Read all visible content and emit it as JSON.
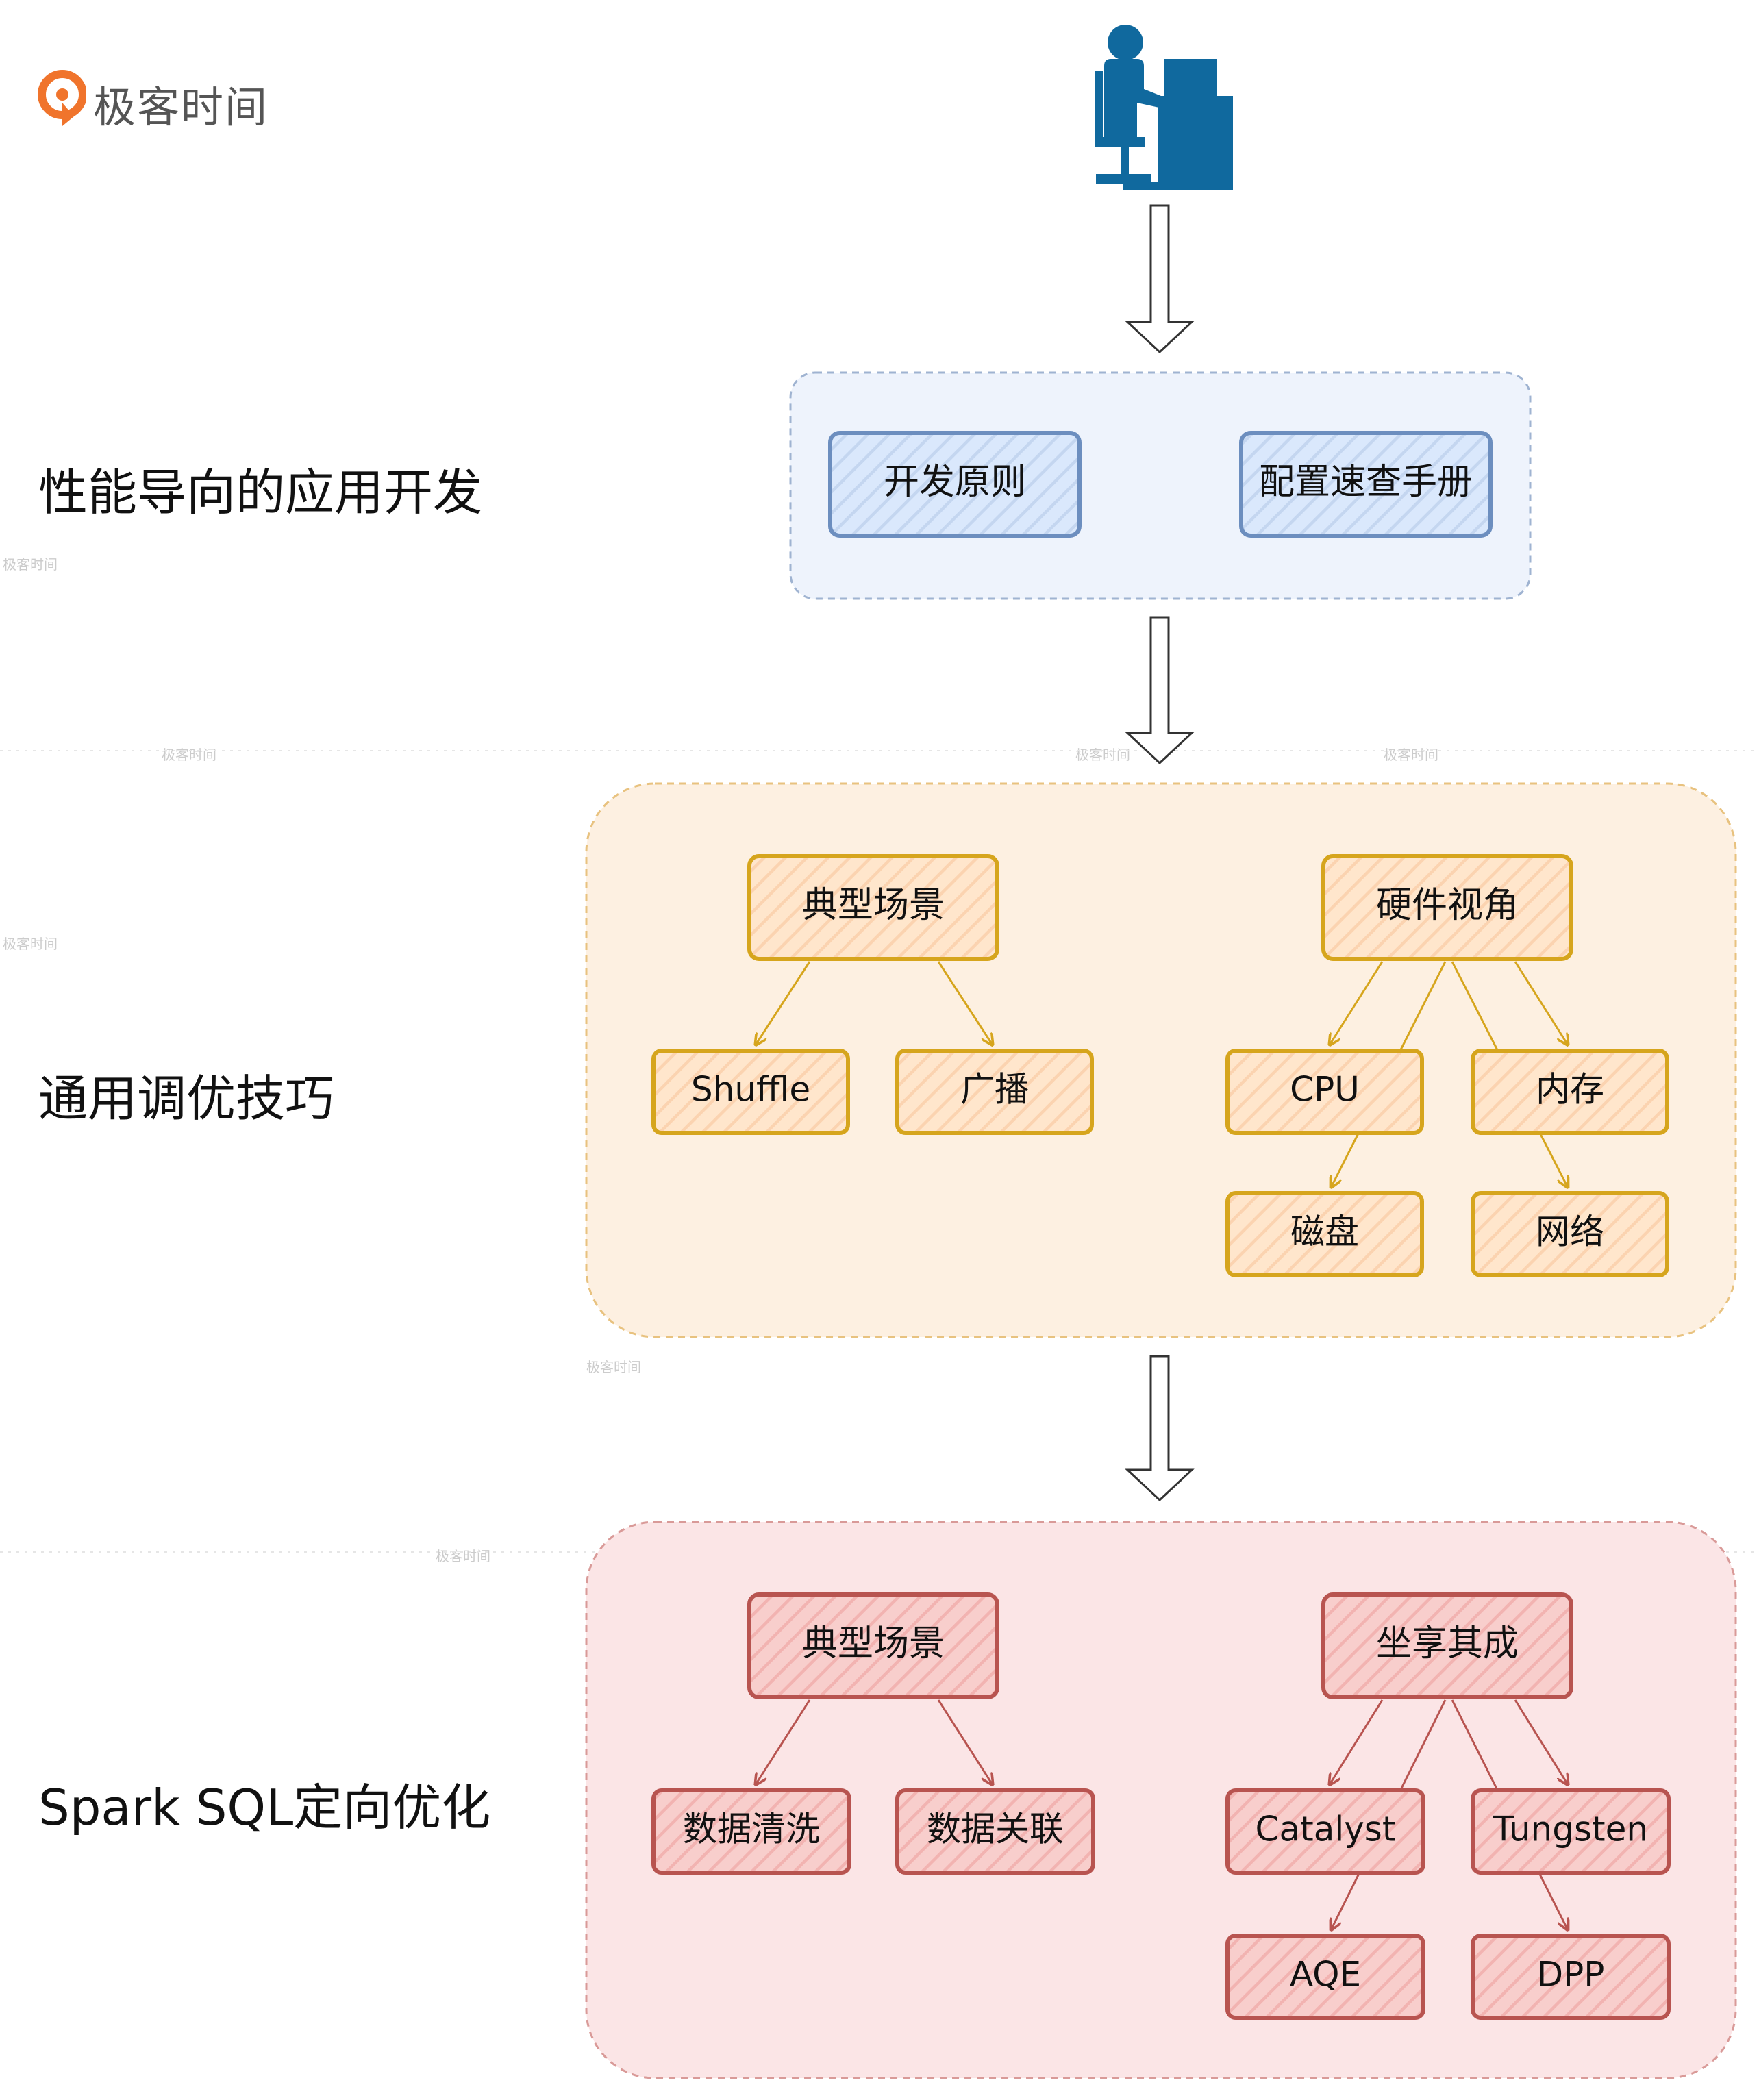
{
  "brand": {
    "name": "极客时间"
  },
  "watermark": "极客时间",
  "sections": [
    {
      "label": "性能导向的应用开发"
    },
    {
      "label": "通用调优技巧"
    },
    {
      "label": "Spark SQL定向优化"
    }
  ],
  "dev_box": {
    "items": [
      "开发原则",
      "配置速查手册"
    ]
  },
  "tuning_box": {
    "left": {
      "root": "典型场景",
      "children": [
        "Shuffle",
        "广播"
      ]
    },
    "right": {
      "root": "硬件视角",
      "children": [
        "CPU",
        "内存",
        "磁盘",
        "网络"
      ]
    }
  },
  "sql_box": {
    "left": {
      "root": "典型场景",
      "children": [
        "数据清洗",
        "数据关联"
      ]
    },
    "right": {
      "root": "坐享其成",
      "children": [
        "Catalyst",
        "Tungsten",
        "AQE",
        "DPP"
      ]
    }
  },
  "colors": {
    "blue_fill": "#dae8fc",
    "blue_stroke": "#6c8ebf",
    "blue_bg": "#eef3fc",
    "orange_fill": "#ffe6cc",
    "orange_stroke": "#d6a51d",
    "orange_bg": "#fdf0e1",
    "red_fill": "#f8cecc",
    "red_stroke": "#b85450",
    "red_bg": "#fbe5e6",
    "person": "#10699e",
    "logo": "#f0742c"
  },
  "icons": [
    "user-at-desk-icon",
    "geekbang-logo-icon"
  ]
}
